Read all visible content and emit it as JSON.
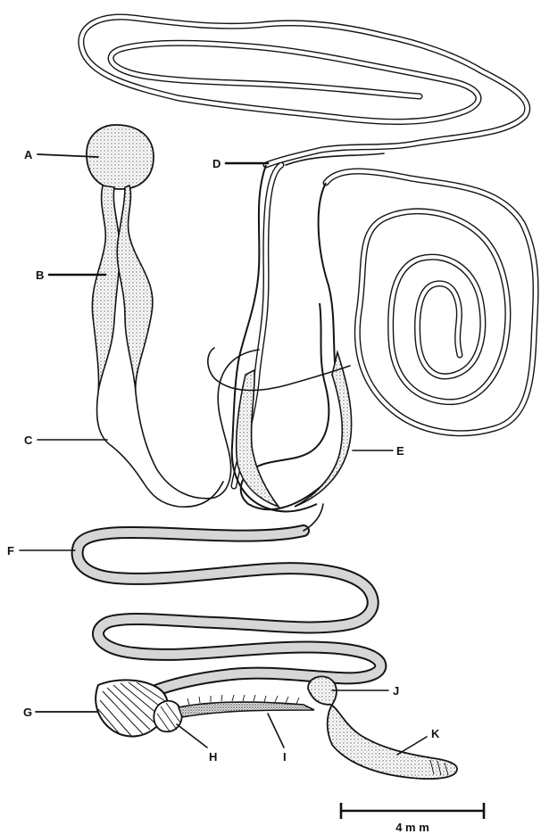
{
  "figure": {
    "labels": {
      "A": "A",
      "B": "B",
      "C": "C",
      "D": "D",
      "E": "E",
      "F": "F",
      "G": "G",
      "H": "H",
      "I": "I",
      "J": "J",
      "K": "K"
    },
    "scale_bar": {
      "label": "4 m m"
    }
  },
  "colors": {
    "ink": "#141414",
    "stipple_fill": "#d6d6d6",
    "background": "#ffffff"
  }
}
